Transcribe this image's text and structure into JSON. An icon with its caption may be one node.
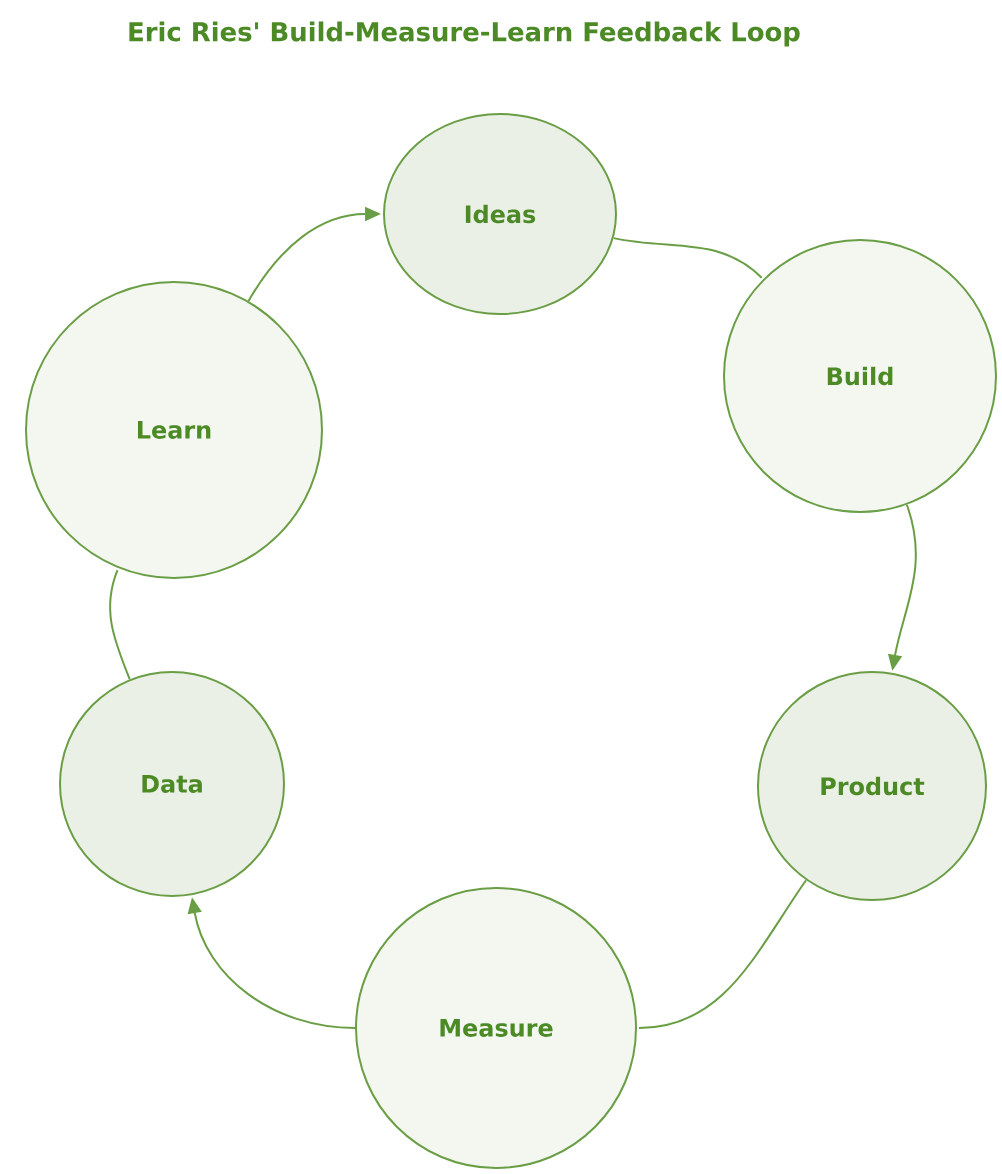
{
  "diagram": {
    "title": "Eric Ries' Build-Measure-Learn Feedback Loop",
    "nodes": [
      {
        "text": [
          "Ideas"
        ]
      },
      {
        "text": [
          "Build"
        ]
      },
      {
        "text": [
          "Product"
        ]
      },
      {
        "text": [
          "Measure"
        ]
      },
      {
        "text": [
          "Data"
        ]
      },
      {
        "text": [
          "Learn"
        ]
      }
    ],
    "edges": [
      {
        "from": 5,
        "to": 0,
        "arrow": "to"
      },
      {
        "from": 0,
        "to": 1,
        "arrow": "none"
      },
      {
        "from": 1,
        "to": 2,
        "arrow": "to"
      },
      {
        "from": 2,
        "to": 3,
        "arrow": "none"
      },
      {
        "from": 3,
        "to": 4,
        "arrow": "to"
      },
      {
        "from": 4,
        "to": 5,
        "arrow": "none"
      }
    ]
  }
}
